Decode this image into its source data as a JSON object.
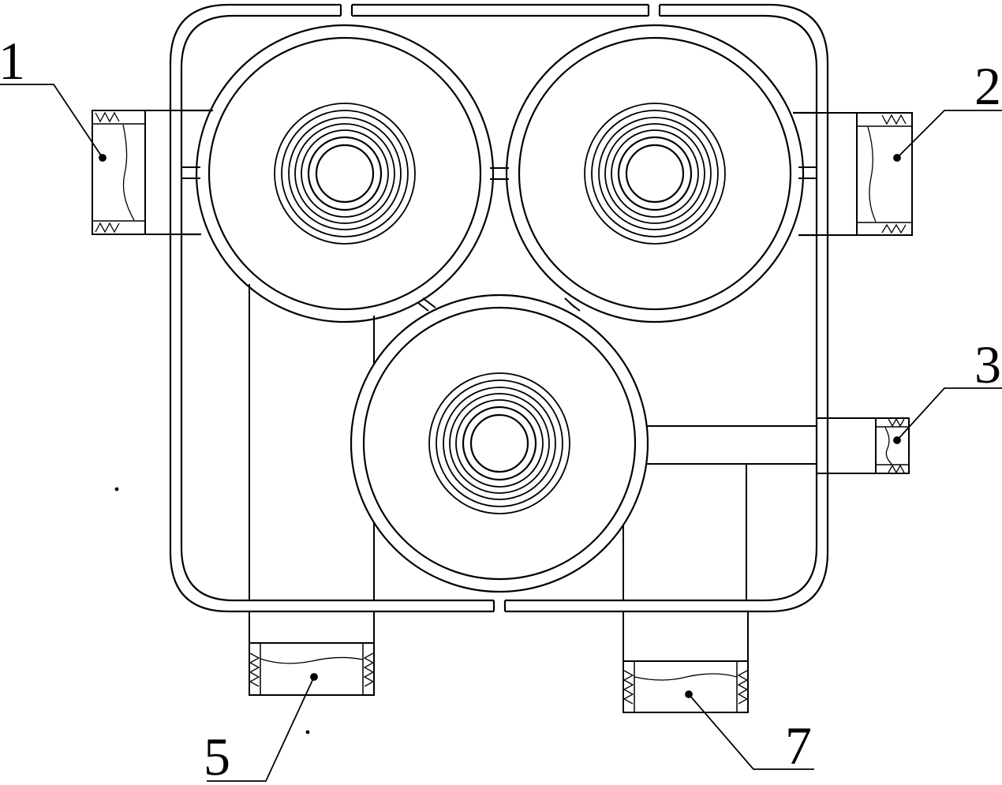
{
  "labels": {
    "l1": "1",
    "l2": "2",
    "l3": "3",
    "l5": "5",
    "l7": "7"
  },
  "colors": {
    "line": "#000000",
    "background": "#ffffff"
  }
}
